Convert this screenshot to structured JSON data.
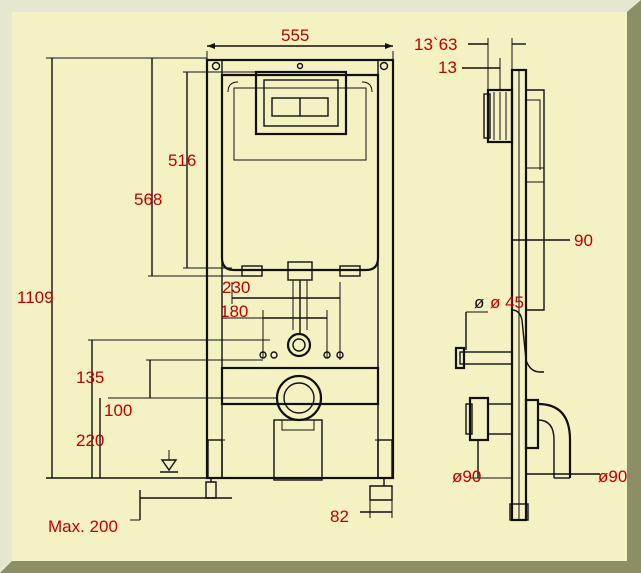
{
  "colors": {
    "paper": "#f4f1c2",
    "line": "#111111",
    "dimension": "#c00000",
    "bevel_light": "#e7e7cf",
    "bevel_dark": "#8e8e66"
  },
  "dimensions": {
    "width_top": "555",
    "h_1109": "1109",
    "h_568": "568",
    "h_516": "516",
    "w_230": "230",
    "w_180": "180",
    "h_135": "135",
    "d_100": "100",
    "h_220": "220",
    "max_200": "Max. 200",
    "w_82": "82",
    "side_13_63": "13`63",
    "side_13": "13",
    "side_90": "90",
    "side_d45": "ø 45",
    "side_d90_left": "ø90",
    "side_d90_right": "ø90"
  }
}
